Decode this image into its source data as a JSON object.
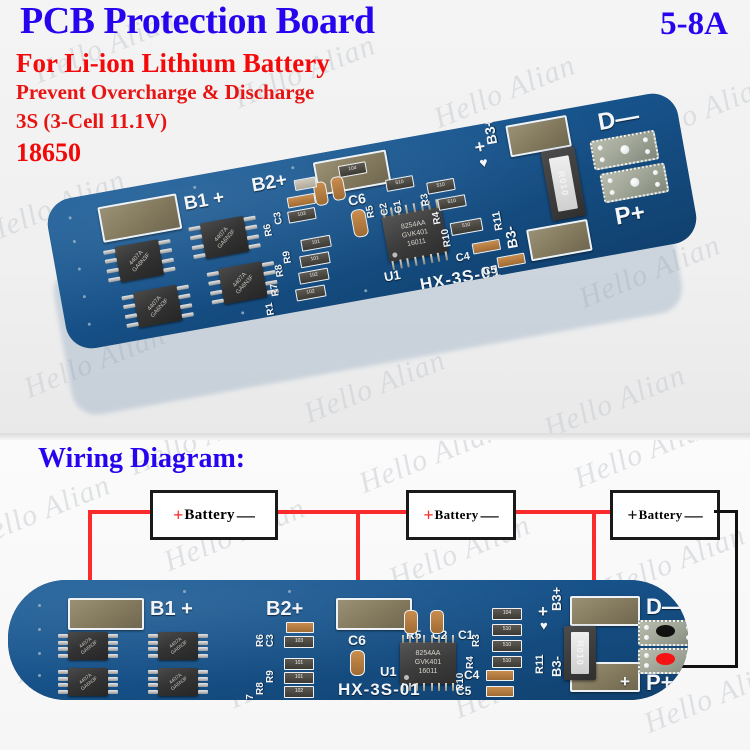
{
  "page": {
    "background_color": "#f2f2f2",
    "watermark_text": "Hello Alian"
  },
  "header": {
    "title": "PCB Protection Board",
    "title_color": "#2605ee",
    "current_rating": "5-8A",
    "line1": "For Li-ion Lithium Battery",
    "line2": "Prevent Overcharge & Discharge",
    "line3": "3S (3-Cell 11.1V)",
    "line4": "18650",
    "red_color": "#f40a0a"
  },
  "wiring": {
    "heading": "Wiring Diagram:",
    "heading_color": "#2605ee",
    "positive_wire_color": "#fb2b2b",
    "negative_wire_color": "#111111",
    "batteries": [
      {
        "plus": "+",
        "label": "Battery",
        "minus": "—",
        "plus_color": "#fb2b2b",
        "minus_color": "#111111"
      },
      {
        "plus": "+",
        "label": "Battery",
        "minus": "—",
        "plus_color": "#fb2b2b",
        "minus_color": "#111111"
      },
      {
        "plus": "+",
        "label": "Battery",
        "minus": "—",
        "plus_color": "#111111",
        "minus_color": "#111111"
      }
    ],
    "negative_terminal_dot": "#111111",
    "positive_terminal_dot": "#f41414"
  },
  "pcb": {
    "solder_mask_color": "#17558c",
    "silkscreen_color": "#f2f6fa",
    "pad_color": "#857b5f",
    "pads": [
      {
        "name": "B1+",
        "label": "B1 +"
      },
      {
        "name": "B2+",
        "label": "B2+"
      },
      {
        "name": "B3+",
        "label": "B3+"
      },
      {
        "name": "B3-",
        "label": "B3-"
      },
      {
        "name": "D-",
        "label": "D—"
      },
      {
        "name": "P+",
        "label": "P+"
      }
    ],
    "part_number": "HX-3S-01",
    "ic": {
      "line1": "8254AA",
      "line2": "GVK401",
      "line3": "16011",
      "designator": "U1"
    },
    "mosfet_marking_line1": "4407A",
    "mosfet_marking_line2": "GA6N3F",
    "sense_resistor": "R010",
    "designators": [
      "R6",
      "C3",
      "C6",
      "R9",
      "R8",
      "R7",
      "R1",
      "R5",
      "C2",
      "C1",
      "R3",
      "R4",
      "R10",
      "R11",
      "C4",
      "C5",
      "U1"
    ],
    "smd_values": [
      "103",
      "101",
      "101",
      "102",
      "102",
      "104",
      "510",
      "510",
      "510",
      "510"
    ]
  }
}
